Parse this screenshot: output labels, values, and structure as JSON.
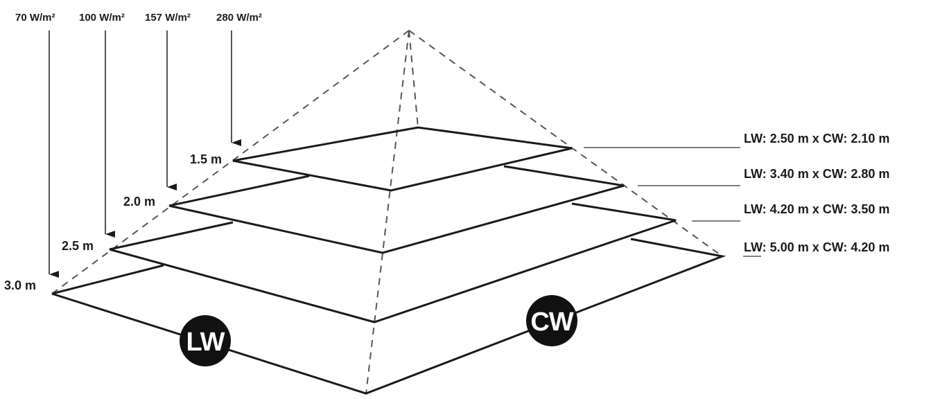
{
  "irradiance_labels": [
    "70 W/m²",
    "100 W/m²",
    "157 W/m²",
    "280 W/m²"
  ],
  "height_labels": [
    "1.5 m",
    "2.0 m",
    "2.5 m",
    "3.0 m"
  ],
  "dimension_labels": [
    "LW: 2.50 m x CW: 2.10 m",
    "LW: 3.40 m x CW: 2.80 m",
    "LW: 4.20 m x CW: 3.50 m",
    "LW: 5.00 m x CW: 4.20 m"
  ],
  "badges": {
    "lw": "LW",
    "cw": "CW"
  },
  "colors": {
    "line": "#1a1a1a",
    "dash": "#555555",
    "badge": "#111111"
  }
}
